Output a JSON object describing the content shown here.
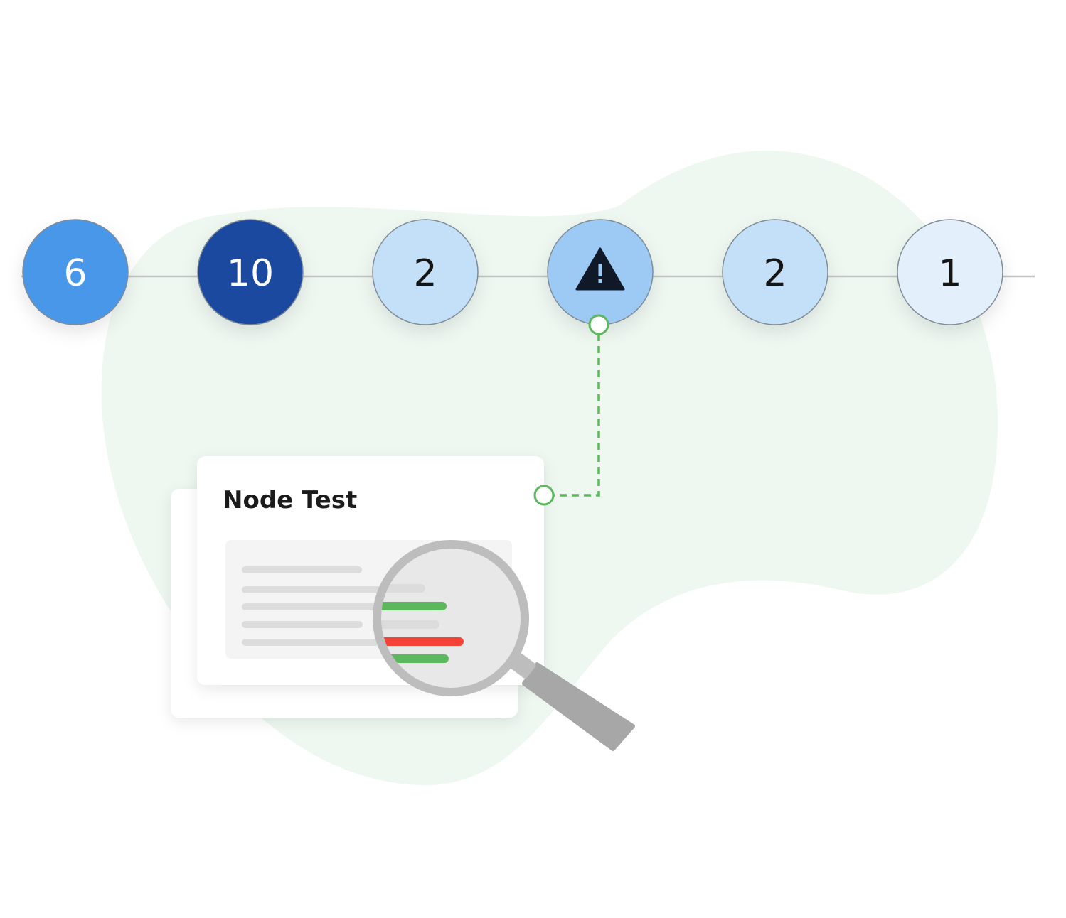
{
  "colors": {
    "blob": "#eef8f1",
    "track": "#c4c4c4",
    "node_border": "#7f8c97",
    "connector": "#5cb85c",
    "bar_gray": "#dcdcdc",
    "bar_green": "#5cb85c",
    "bar_red": "#f44336",
    "lens_ring": "#bdbdbd",
    "handle": "#a7a7a7"
  },
  "timeline": {
    "nodes": [
      {
        "label": "6",
        "kind": "count",
        "fill": "#4a97e8",
        "text_color": "#ffffff"
      },
      {
        "label": "10",
        "kind": "count",
        "fill": "#1f4aa0",
        "text_color": "#ffffff"
      },
      {
        "label": "2",
        "kind": "count",
        "fill": "#c4dff8",
        "text_color": "#151515"
      },
      {
        "label": "",
        "kind": "warning",
        "icon": "warning-icon",
        "fill": "#9ccaf4",
        "text_color": "#151515"
      },
      {
        "label": "2",
        "kind": "count",
        "fill": "#c4dff8",
        "text_color": "#151515"
      },
      {
        "label": "1",
        "kind": "count",
        "fill": "#e3f0fc",
        "text_color": "#151515"
      }
    ]
  },
  "card": {
    "title": "Node Test"
  },
  "magnifier": {
    "icon": "magnifier-icon"
  }
}
